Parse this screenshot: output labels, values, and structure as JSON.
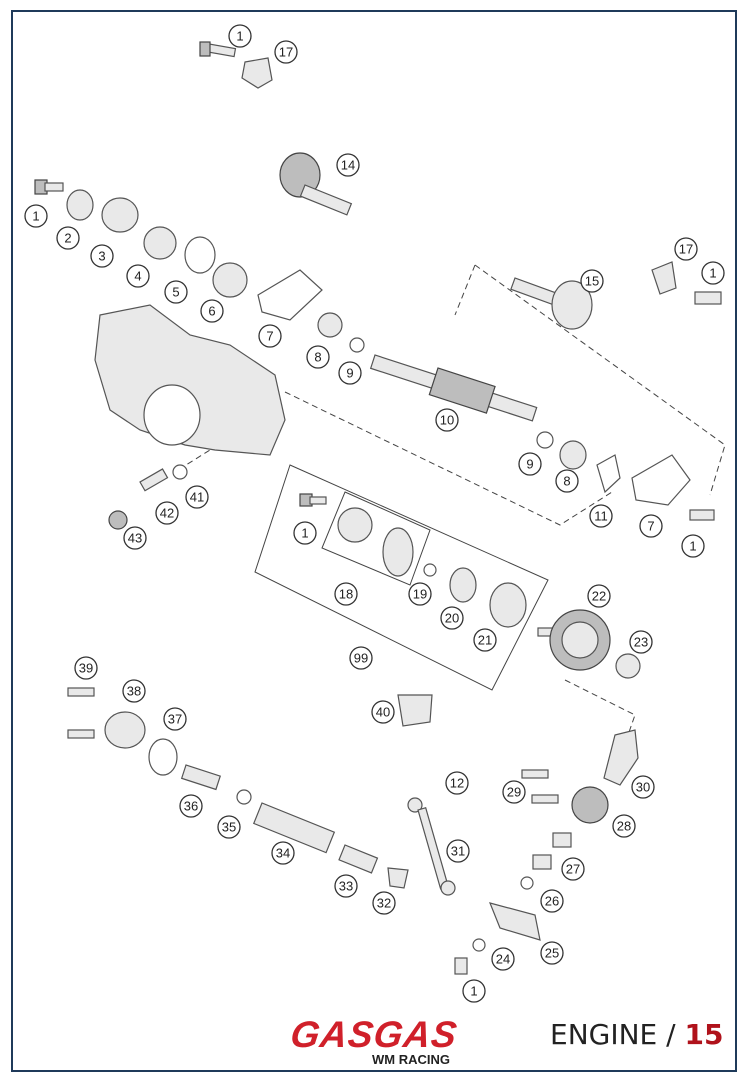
{
  "brand": {
    "logo_text": "GASGAS",
    "logo_subtext": "WM RACING",
    "logo_color": "#d0202a"
  },
  "section": {
    "title": "ENGINE /",
    "number": "15",
    "number_color": "#b0121b"
  },
  "frame_color": "#1f3a5a",
  "callouts": [
    "1",
    "17",
    "14",
    "1",
    "2",
    "3",
    "4",
    "5",
    "6",
    "7",
    "8",
    "9",
    "17",
    "1",
    "15",
    "10",
    "9",
    "8",
    "11",
    "7",
    "1",
    "41",
    "42",
    "43",
    "1",
    "18",
    "19",
    "20",
    "21",
    "99",
    "22",
    "23",
    "40",
    "39",
    "38",
    "37",
    "36",
    "35",
    "34",
    "33",
    "32",
    "12",
    "31",
    "29",
    "30",
    "28",
    "27",
    "26",
    "25",
    "24",
    "1"
  ]
}
